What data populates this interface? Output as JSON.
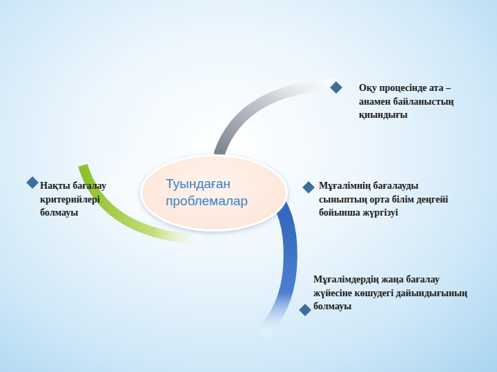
{
  "diagram": {
    "nodes": [
      {
        "text": [
          "Туындаған проблемалар"
        ]
      }
    ],
    "labels": [
      "Оқу процесінде ата – анамен байланыстың қиындығы",
      "Мұғалімнің бағалауды сыныптың орта білім деңгейі бойынша жүргізуі",
      "Мұғалімдердің жаңа бағалау жүйесіне көшудегі дайындығының болмауы",
      "Нақты бағалау критерийлері болмауы"
    ]
  }
}
